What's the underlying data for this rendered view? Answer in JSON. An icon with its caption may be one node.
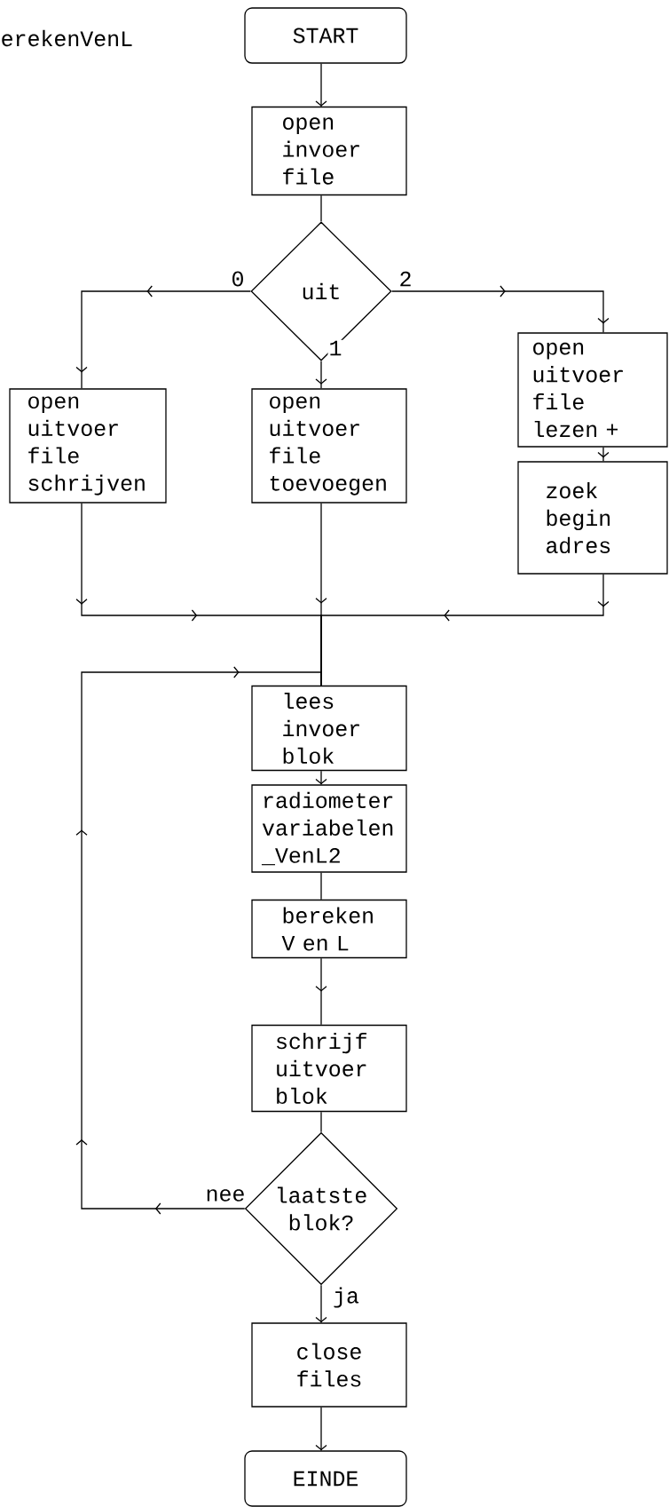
{
  "diagram": {
    "nodes": [
      {
        "text": [
          "START"
        ]
      },
      {
        "text": [
          "open invoer file"
        ]
      },
      {
        "text": [
          "uit"
        ]
      },
      {
        "text": [
          "open uitvoer file schrijven"
        ]
      },
      {
        "text": [
          "open uitvoer file toevoegen"
        ]
      },
      {
        "text": [
          "open uitvoer file lezen +"
        ]
      },
      {
        "text": [
          "zoek begin adres"
        ]
      },
      {
        "text": [
          "lees invoer blok"
        ]
      },
      {
        "text": [
          "radiometer variabelen _VenL2"
        ]
      },
      {
        "text": [
          "bereken V en L"
        ]
      },
      {
        "text": [
          "schrijf uitvoer blok"
        ]
      },
      {
        "text": [
          "laatste blok?"
        ]
      },
      {
        "text": [
          "close files"
        ]
      },
      {
        "text": [
          "EINDE"
        ]
      }
    ],
    "edges": [
      {
        "from": 0,
        "to": 1,
        "arrow": "to"
      },
      {
        "from": 1,
        "to": 2,
        "arrow": "none"
      },
      {
        "from": 2,
        "to": 3,
        "arrow": "to",
        "label": "0"
      },
      {
        "from": 2,
        "to": 4,
        "arrow": "to",
        "label": "1"
      },
      {
        "from": 2,
        "to": 5,
        "arrow": "to",
        "label": "2"
      },
      {
        "from": 5,
        "to": 6,
        "arrow": "to"
      },
      {
        "from": 3,
        "to": 7,
        "arrow": "to"
      },
      {
        "from": 4,
        "to": 7,
        "arrow": "to"
      },
      {
        "from": 6,
        "to": 7,
        "arrow": "to"
      },
      {
        "from": 7,
        "to": 8,
        "arrow": "to"
      },
      {
        "from": 8,
        "to": 9,
        "arrow": "none"
      },
      {
        "from": 9,
        "to": 10,
        "arrow": "to"
      },
      {
        "from": 10,
        "to": 11,
        "arrow": "none"
      },
      {
        "from": 11,
        "to": 7,
        "arrow": "to",
        "label": "nee"
      },
      {
        "from": 11,
        "to": 12,
        "arrow": "to",
        "label": "ja"
      },
      {
        "from": 12,
        "to": 13,
        "arrow": "to"
      }
    ],
    "labels": [
      "erekenVenL"
    ]
  }
}
